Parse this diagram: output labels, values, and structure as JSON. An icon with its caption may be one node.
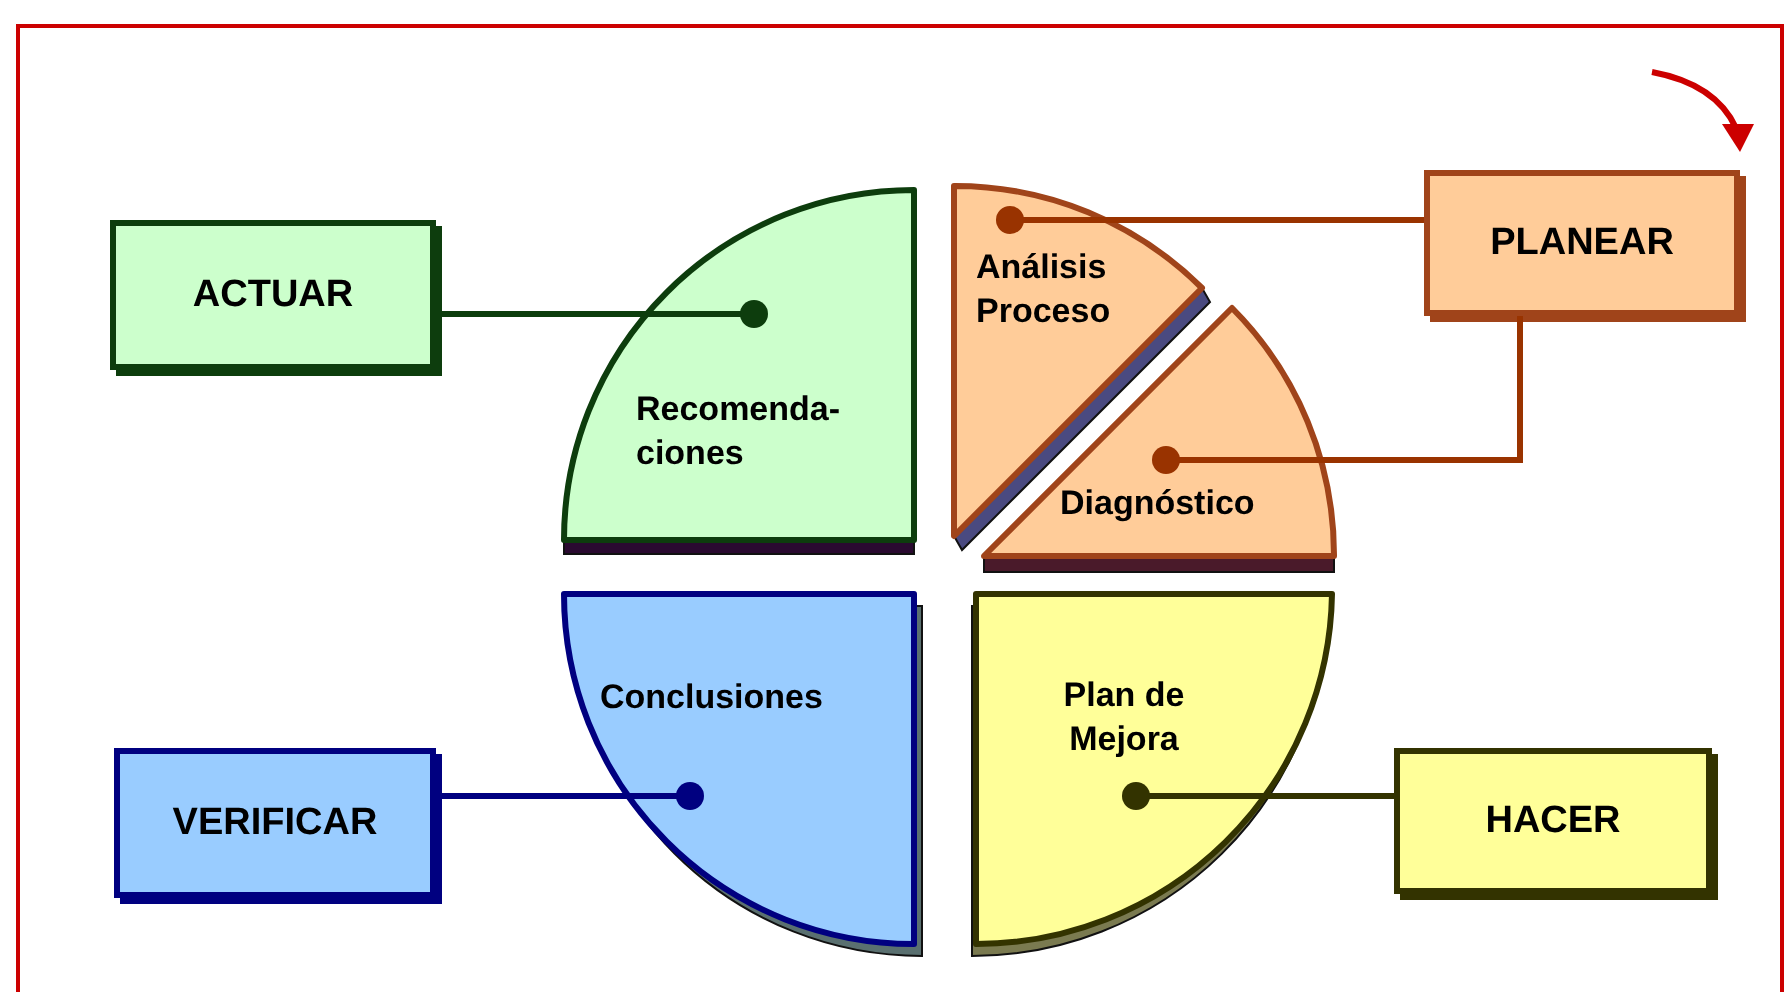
{
  "diagram": {
    "nodes": [
      {
        "text": [
          "ACTUAR"
        ]
      },
      {
        "text": [
          "Recomenda- ciones"
        ]
      },
      {
        "text": [
          "Análisis Proceso"
        ]
      },
      {
        "text": [
          "Diagnóstico"
        ]
      },
      {
        "text": [
          "PLANEAR"
        ]
      },
      {
        "text": [
          "Conclusiones"
        ]
      },
      {
        "text": [
          "Plan de Mejora"
        ]
      },
      {
        "text": [
          "VERIFICAR"
        ]
      },
      {
        "text": [
          "HACER"
        ]
      }
    ],
    "edges": [
      {
        "from": 0,
        "to": 1,
        "arrow": "other",
        "color": "#0d3d0d"
      },
      {
        "from": 4,
        "to": 2,
        "arrow": "other",
        "color": "#993300"
      },
      {
        "from": 4,
        "to": 3,
        "arrow": "other",
        "color": "#993300"
      },
      {
        "from": 7,
        "to": 5,
        "arrow": "other",
        "color": "#000080"
      },
      {
        "from": 8,
        "to": 6,
        "arrow": "other",
        "color": "#333300"
      }
    ]
  }
}
